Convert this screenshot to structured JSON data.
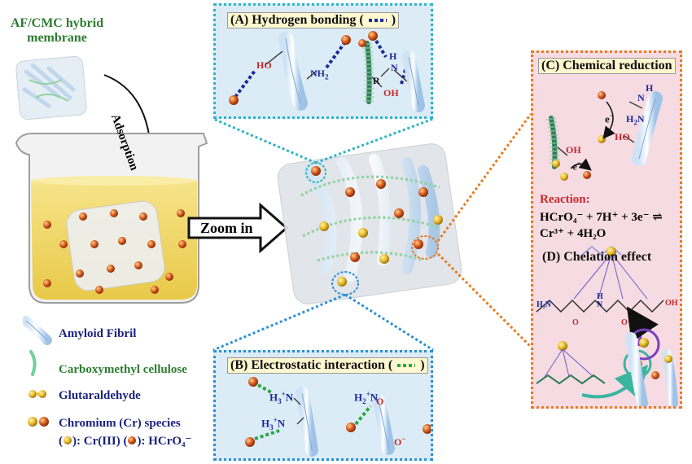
{
  "membrane_title_line1": "AF/CMC hybrid",
  "membrane_title_line2": "membrane",
  "adsorption_label": "Adsorption",
  "zoom_label": "Zoom in",
  "panel_a": {
    "title": "(A) Hydrogen bonding (",
    "title_end": ")",
    "labels": {
      "ho": "HO",
      "nh2": "NH",
      "nh2_sub": "2",
      "oh": "OH",
      "h": "H",
      "n": "N",
      "r": "R"
    }
  },
  "panel_b": {
    "title": "(B) Electrostatic interaction (",
    "title_end": ")",
    "labels": {
      "h3n_top": "H",
      "h3n_bottom": "H",
      "h2n": "H",
      "n": "N",
      "o": "O",
      "o_minus": "O"
    }
  },
  "panel_c": {
    "title": "(C) Chemical reduction",
    "electron": "e",
    "oh": "OH",
    "ho": "HO",
    "h2n": "H",
    "h": "H",
    "n": "N",
    "reaction_title": "Reaction:",
    "reaction_line1": "HCrO₄⁻ + 7H⁺ + 3e⁻ ⇌",
    "reaction_line2": "Cr³⁺ + 4H₂O"
  },
  "panel_d": {
    "title": "(D) Chelation effect",
    "h2n": "H₂N",
    "oh": "OH",
    "o": "O",
    "h": "H",
    "n": "N"
  },
  "legend": {
    "amyloid": "Amyloid Fibril",
    "cmc": "Carboxymethyl cellulose",
    "glutaraldehyde": "Glutaraldehyde",
    "chromium": "Chromium (Cr) species",
    "chromium_detail_a": "(",
    "chromium_detail_b": "): Cr(III) (",
    "chromium_detail_c": "): HCrO₄⁻"
  },
  "colors": {
    "panel_a_border": "#2bb5c4",
    "panel_b_border": "#2a8fd6",
    "panel_c_border": "#e87a1e",
    "title_green": "#2e7d32",
    "legend_navy": "#1a237e",
    "reaction_red": "#c62828",
    "hbond_blue": "#1a2a9c",
    "electrostatic_green": "#27a844",
    "cr_iii": "#e8b923",
    "hcro4": "#d4561c"
  }
}
